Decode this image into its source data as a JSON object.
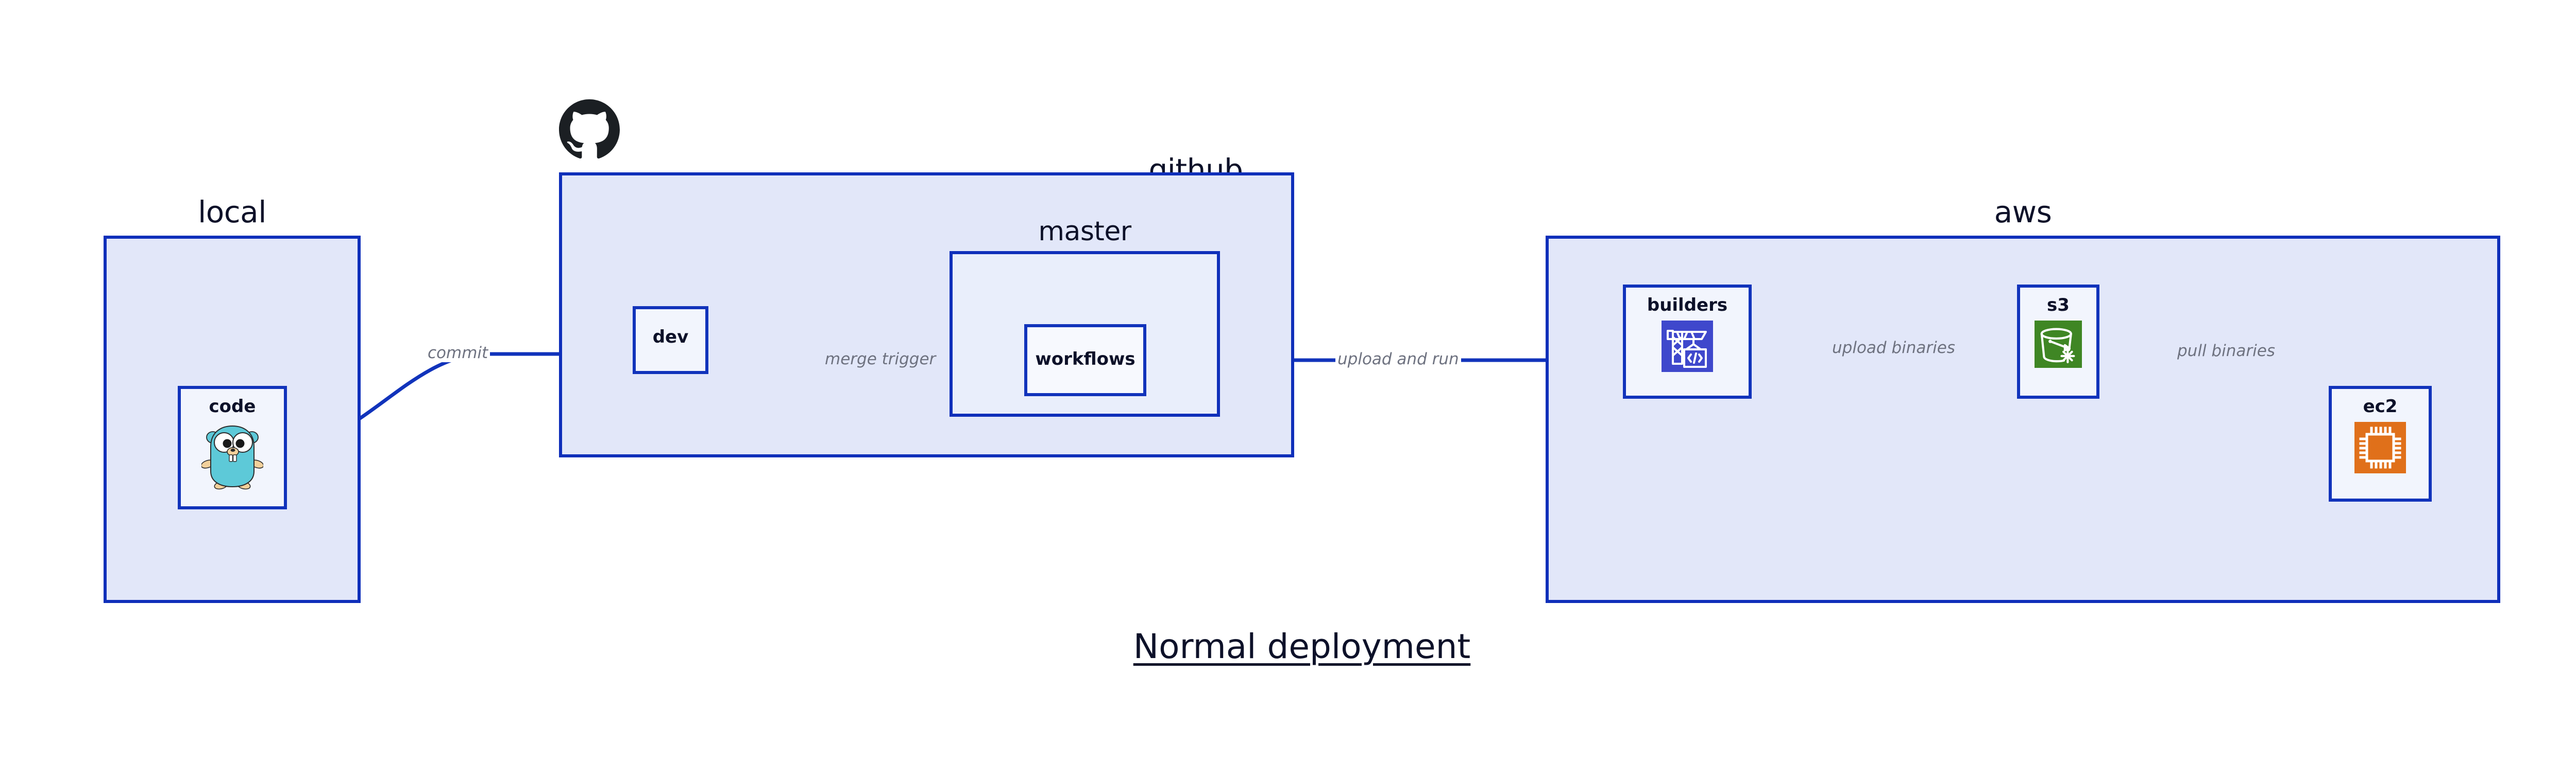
{
  "diagram": {
    "title": "Normal deployment",
    "colors": {
      "group_fill": "#e2e7f9",
      "group_border": "#0f2fba",
      "node_fill": "#f2f5fd",
      "node_border": "#1133bb",
      "edge_stroke": "#1133bb",
      "edge_label_text": "#6e7280",
      "text": "#0d1129",
      "codebuild_blue": "#3f48cc",
      "s3_green": "#3f8624",
      "ec2_orange": "#e0701a",
      "gopher_cyan": "#5dc9d8",
      "github_black": "#1b1f23"
    },
    "groups": [
      {
        "id": "local",
        "label": "local",
        "icon": null
      },
      {
        "id": "github",
        "label": "github",
        "icon": "github-octocat-icon"
      },
      {
        "id": "aws",
        "label": "aws",
        "icon": null
      }
    ],
    "subgroups": [
      {
        "id": "master",
        "label": "master",
        "parent": "github"
      }
    ],
    "nodes": [
      {
        "id": "code",
        "label": "code",
        "icon": "go-gopher-icon",
        "parent": "local"
      },
      {
        "id": "dev",
        "label": "dev",
        "icon": null,
        "parent": "github"
      },
      {
        "id": "workflows",
        "label": "workflows",
        "icon": null,
        "parent": "master"
      },
      {
        "id": "builders",
        "label": "builders",
        "icon": "aws-codebuild-icon",
        "parent": "aws"
      },
      {
        "id": "s3",
        "label": "s3",
        "icon": "aws-s3-icon",
        "parent": "aws"
      },
      {
        "id": "ec2",
        "label": "ec2",
        "icon": "aws-ec2-icon",
        "parent": "aws"
      }
    ],
    "edges": [
      {
        "id": "code-to-dev",
        "from": "code",
        "to": "dev",
        "label": "commit"
      },
      {
        "id": "dev-to-workflows",
        "from": "dev",
        "to": "workflows",
        "label": "merge trigger"
      },
      {
        "id": "workflows-to-builders",
        "from": "workflows",
        "to": "builders",
        "label": "upload and run"
      },
      {
        "id": "builders-to-s3",
        "from": "builders",
        "to": "s3",
        "label": "upload binaries"
      },
      {
        "id": "s3-to-ec2",
        "from": "s3",
        "to": "ec2",
        "label": "pull binaries"
      }
    ]
  }
}
